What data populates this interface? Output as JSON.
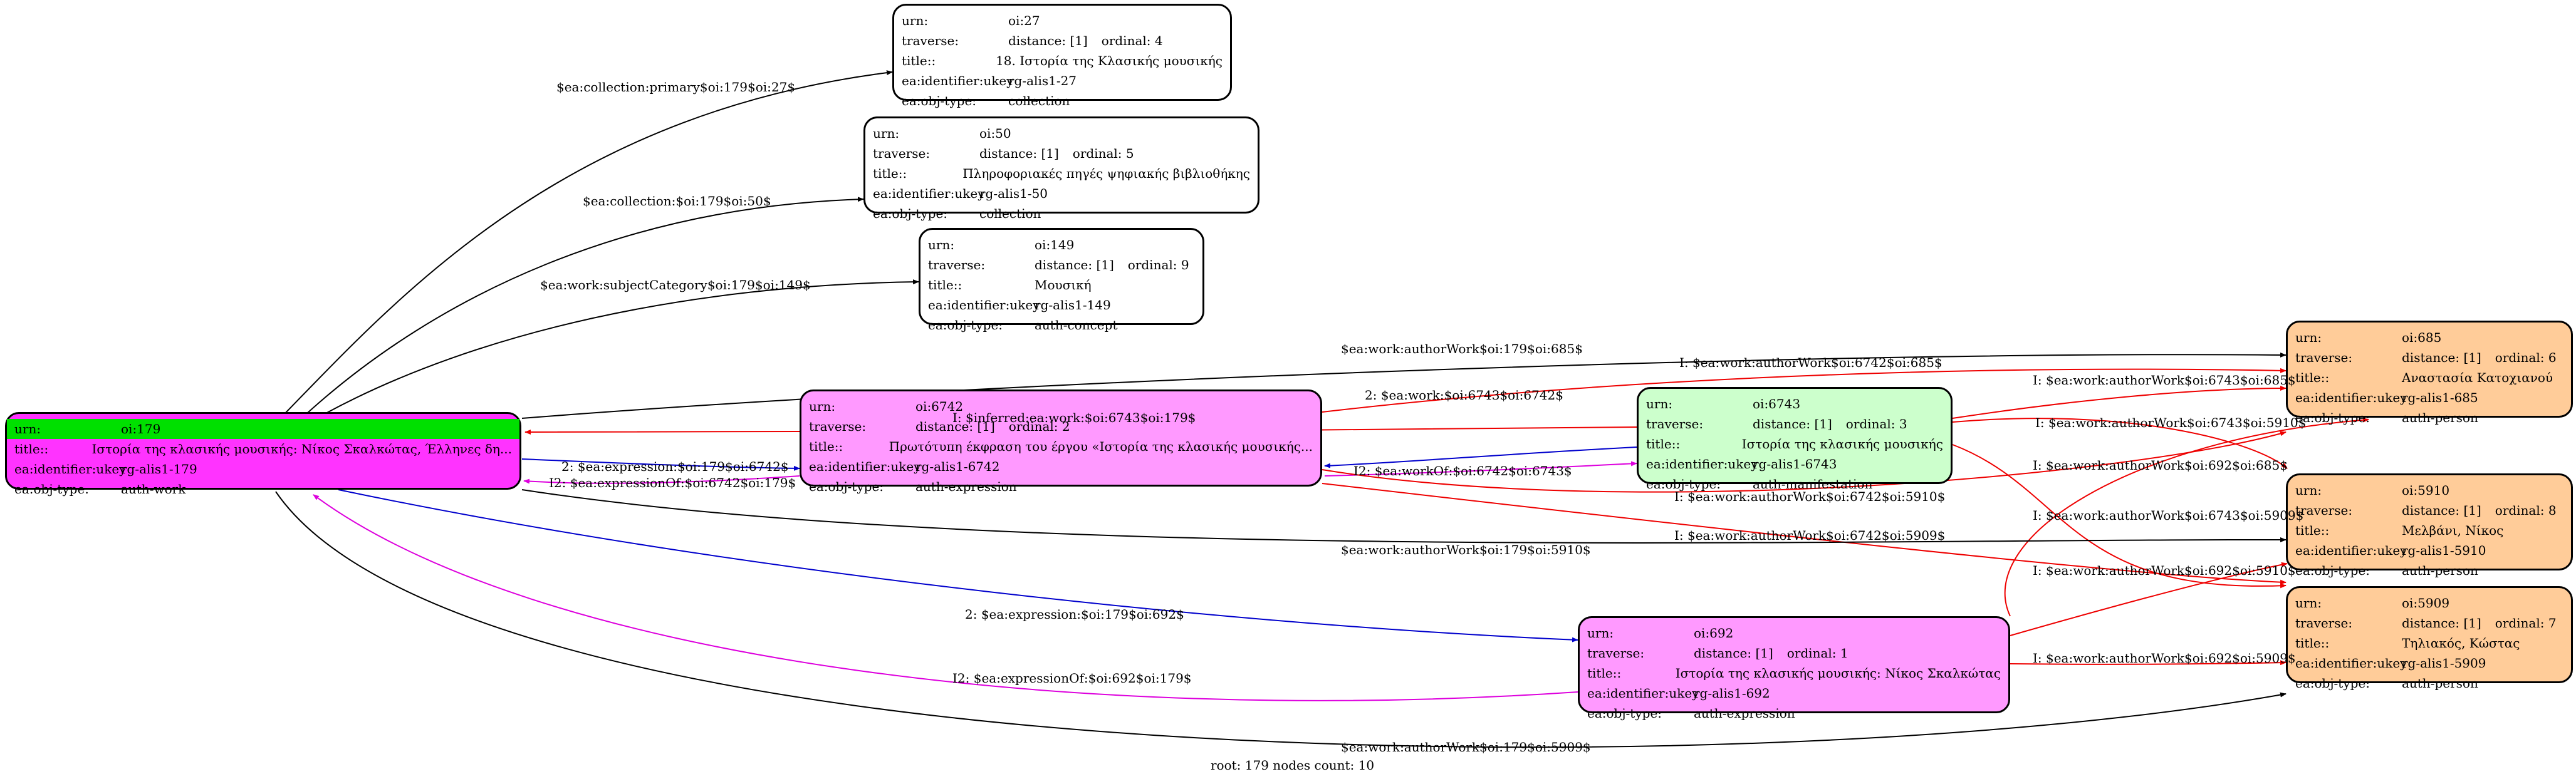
{
  "footer": "root: 179 nodes count: 10",
  "colors": {
    "work_fill": "#ff33ff",
    "expression_fill": "#ff99ff",
    "manifestation_fill": "#ccffcc",
    "person_fill": "#ffcc99",
    "collection_fill": "#ffffff",
    "urn_highlight": "#00e000",
    "edge_black": "#000000",
    "edge_red": "#ee0000",
    "edge_blue": "#0000cc",
    "edge_magenta": "#dd00dd"
  },
  "nodes": [
    {
      "id": "n27",
      "fill": "#ffffff",
      "rows": [
        {
          "k": "urn:",
          "v": "oi:27"
        },
        {
          "k": "traverse:",
          "v": "distance: [1]",
          "v2": "ordinal: 4"
        },
        {
          "k": "title::",
          "v": "18. Ιστορία της Κλασικής μουσικής"
        },
        {
          "k": "ea:identifier:ukey",
          "v": "rg-alis1-27"
        },
        {
          "k": "ea:obj-type:",
          "v": "collection"
        }
      ]
    },
    {
      "id": "n50",
      "fill": "#ffffff",
      "rows": [
        {
          "k": "urn:",
          "v": "oi:50"
        },
        {
          "k": "traverse:",
          "v": "distance: [1]",
          "v2": "ordinal: 5"
        },
        {
          "k": "title::",
          "v": "Πληροφοριακές πηγές ψηφιακής βιβλιοθήκης"
        },
        {
          "k": "ea:identifier:ukey",
          "v": "rg-alis1-50"
        },
        {
          "k": "ea:obj-type:",
          "v": "collection"
        }
      ]
    },
    {
      "id": "n149",
      "fill": "#ffffff",
      "rows": [
        {
          "k": "urn:",
          "v": "oi:149"
        },
        {
          "k": "traverse:",
          "v": "distance: [1]",
          "v2": "ordinal: 9"
        },
        {
          "k": "title::",
          "v": "Μουσική"
        },
        {
          "k": "ea:identifier:ukey",
          "v": "rg-alis1-149"
        },
        {
          "k": "ea:obj-type:",
          "v": "auth-concept"
        }
      ]
    },
    {
      "id": "n179",
      "fill": "#ff33ff",
      "rows": [
        {
          "k": "urn:",
          "v": "oi:179",
          "hl": true
        },
        {
          "k": "title::",
          "v": "Ιστορία της κλασικής μουσικής: Νίκος Σκαλκώτας, Έλληνες δη..."
        },
        {
          "k": "ea:identifier:ukey",
          "v": "rg-alis1-179"
        },
        {
          "k": "ea:obj-type:",
          "v": "auth-work"
        }
      ]
    },
    {
      "id": "n6742",
      "fill": "#ff99ff",
      "rows": [
        {
          "k": "urn:",
          "v": "oi:6742"
        },
        {
          "k": "traverse:",
          "v": "distance: [1]",
          "v2": "ordinal: 2"
        },
        {
          "k": "title::",
          "v": "Πρωτότυπη έκφραση του έργου «Ιστορία της κλασικής μουσικής..."
        },
        {
          "k": "ea:identifier:ukey",
          "v": "rg-alis1-6742"
        },
        {
          "k": "ea:obj-type:",
          "v": "auth-expression"
        }
      ]
    },
    {
      "id": "n6743",
      "fill": "#ccffcc",
      "rows": [
        {
          "k": "urn:",
          "v": "oi:6743"
        },
        {
          "k": "traverse:",
          "v": "distance: [1]",
          "v2": "ordinal: 3"
        },
        {
          "k": "title::",
          "v": "Ιστορία της κλασικής μουσικής"
        },
        {
          "k": "ea:identifier:ukey",
          "v": "rg-alis1-6743"
        },
        {
          "k": "ea:obj-type:",
          "v": "auth-manifestation"
        }
      ]
    },
    {
      "id": "n692",
      "fill": "#ff99ff",
      "rows": [
        {
          "k": "urn:",
          "v": "oi:692"
        },
        {
          "k": "traverse:",
          "v": "distance: [1]",
          "v2": "ordinal: 1"
        },
        {
          "k": "title::",
          "v": "Ιστορία της κλασικής μουσικής: Νίκος Σκαλκώτας"
        },
        {
          "k": "ea:identifier:ukey",
          "v": "rg-alis1-692"
        },
        {
          "k": "ea:obj-type:",
          "v": "auth-expression"
        }
      ]
    },
    {
      "id": "n685",
      "fill": "#ffcc99",
      "rows": [
        {
          "k": "urn:",
          "v": "oi:685"
        },
        {
          "k": "traverse:",
          "v": "distance: [1]",
          "v2": "ordinal: 6"
        },
        {
          "k": "title::",
          "v": "Αναστασία Κατοχιανού"
        },
        {
          "k": "ea:identifier:ukey",
          "v": "rg-alis1-685"
        },
        {
          "k": "ea:obj-type:",
          "v": "auth-person"
        }
      ]
    },
    {
      "id": "n5910",
      "fill": "#ffcc99",
      "rows": [
        {
          "k": "urn:",
          "v": "oi:5910"
        },
        {
          "k": "traverse:",
          "v": "distance: [1]",
          "v2": "ordinal: 8"
        },
        {
          "k": "title::",
          "v": "Μελβάνι, Νίκος"
        },
        {
          "k": "ea:identifier:ukey",
          "v": "rg-alis1-5910"
        },
        {
          "k": "ea:obj-type:",
          "v": "auth-person"
        }
      ]
    },
    {
      "id": "n5909",
      "fill": "#ffcc99",
      "rows": [
        {
          "k": "urn:",
          "v": "oi:5909"
        },
        {
          "k": "traverse:",
          "v": "distance: [1]",
          "v2": "ordinal: 7"
        },
        {
          "k": "title::",
          "v": "Τηλιακός, Κώστας"
        },
        {
          "k": "ea:identifier:ukey",
          "v": "rg-alis1-5909"
        },
        {
          "k": "ea:obj-type:",
          "v": "auth-person"
        }
      ]
    }
  ],
  "edges": [
    {
      "color": "#000000",
      "label": "$ea:collection:primary$oi:179$oi:27$"
    },
    {
      "color": "#000000",
      "label": "$ea:collection:$oi:179$oi:50$"
    },
    {
      "color": "#000000",
      "label": "$ea:work:subjectCategory$oi:179$oi:149$"
    },
    {
      "color": "#000000",
      "label": "$ea:work:authorWork$oi:179$oi:685$"
    },
    {
      "color": "#ee0000",
      "label": "I: $ea:work:authorWork$oi:6742$oi:685$"
    },
    {
      "color": "#ee0000",
      "label": "I: $inferred:ea:work:$oi:6743$oi:179$"
    },
    {
      "color": "#ee0000",
      "label": "I: $ea:work:authorWork$oi:6743$oi:685$"
    },
    {
      "color": "#0000cc",
      "label": "2: $ea:expression:$oi:179$oi:6742$"
    },
    {
      "color": "#0000cc",
      "label": "2: $ea:work:$oi:6743$oi:6742$"
    },
    {
      "color": "#ee0000",
      "label": "I: $ea:work:authorWork$oi:6743$oi:5910$"
    },
    {
      "color": "#dd00dd",
      "label": "I2: $ea:expressionOf:$oi:6742$oi:179$"
    },
    {
      "color": "#dd00dd",
      "label": "I2: $ea:workOf:$oi:6742$oi:6743$"
    },
    {
      "color": "#ee0000",
      "label": "I: $ea:work:authorWork$oi:692$oi:685$"
    },
    {
      "color": "#ee0000",
      "label": "I: $ea:work:authorWork$oi:6742$oi:5910$"
    },
    {
      "color": "#ee0000",
      "label": "I: $ea:work:authorWork$oi:6743$oi:5909$"
    },
    {
      "color": "#ee0000",
      "label": "I: $ea:work:authorWork$oi:6742$oi:5909$"
    },
    {
      "color": "#000000",
      "label": "$ea:work:authorWork$oi:179$oi:5910$"
    },
    {
      "color": "#ee0000",
      "label": "I: $ea:work:authorWork$oi:692$oi:5910$"
    },
    {
      "color": "#0000cc",
      "label": "2: $ea:expression:$oi:179$oi:692$"
    },
    {
      "color": "#ee0000",
      "label": "I: $ea:work:authorWork$oi:692$oi:5909$"
    },
    {
      "color": "#dd00dd",
      "label": "I2: $ea:expressionOf:$oi:692$oi:179$"
    },
    {
      "color": "#000000",
      "label": "$ea:work:authorWork$oi:179$oi:5909$"
    }
  ]
}
